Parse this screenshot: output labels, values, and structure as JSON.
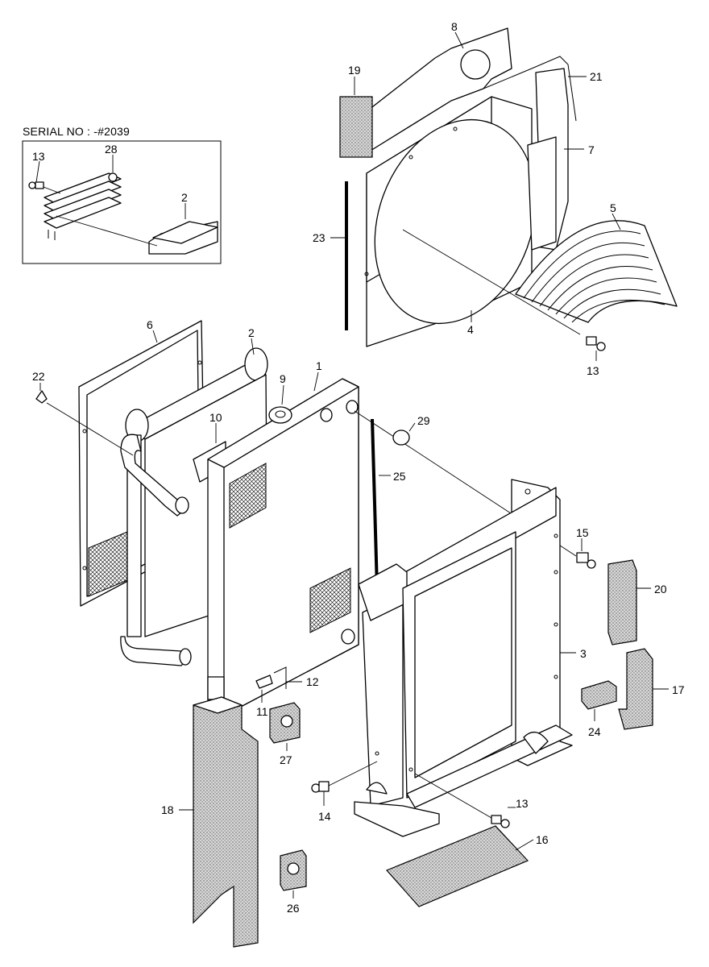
{
  "inset": {
    "serial_label": "SERIAL NO : -#2039"
  },
  "callouts": {
    "c1": "1",
    "c2": "2",
    "c2b": "2",
    "c3": "3",
    "c4": "4",
    "c5": "5",
    "c6": "6",
    "c7": "7",
    "c8": "8",
    "c9": "9",
    "c10": "10",
    "c11": "11",
    "c12": "12",
    "c13a": "13",
    "c13b": "13",
    "c13c": "13",
    "c14": "14",
    "c15": "15",
    "c16": "16",
    "c17": "17",
    "c18": "18",
    "c19": "19",
    "c20": "20",
    "c21": "21",
    "c22": "22",
    "c23": "23",
    "c24": "24",
    "c25": "25",
    "c26": "26",
    "c27": "27",
    "c28": "28",
    "c29": "29"
  }
}
